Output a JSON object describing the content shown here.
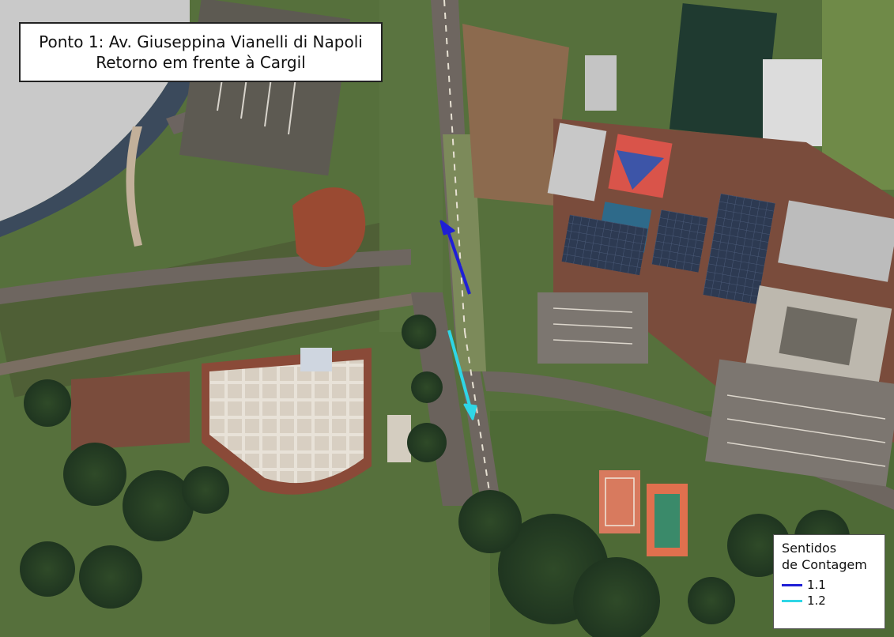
{
  "title": {
    "line1": "Ponto 1: Av. Giuseppina Vianelli di Napoli",
    "line2": "Retorno em frente à Cargil"
  },
  "legend": {
    "title_line1": "Sentidos",
    "title_line2": "de Contagem",
    "items": [
      {
        "label": "1.1",
        "color": "#1f1fd6"
      },
      {
        "label": "1.2",
        "color": "#2fd6e6"
      }
    ]
  },
  "colors": {
    "arrow_1_1": "#1f1fd6",
    "arrow_1_2": "#2fd6e6",
    "vegetation": "#4c6a36",
    "road": "#6e6660",
    "soil": "#9a4a32"
  }
}
